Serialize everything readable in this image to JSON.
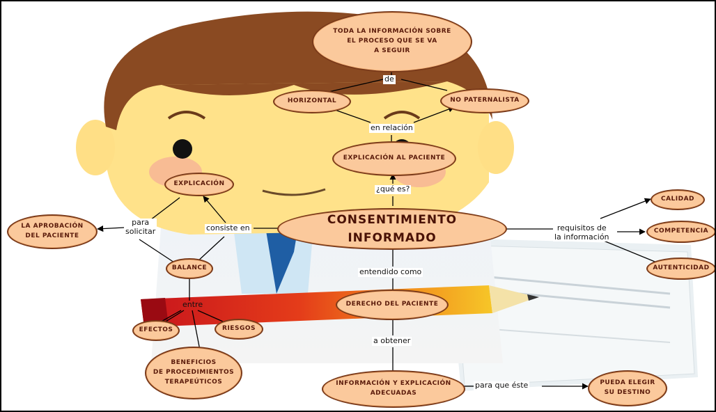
{
  "nodes": {
    "toda_info": "TODA LA INFORMACIÓN SOBRE\nEL PROCESO QUE SE VA\nA SEGUIR",
    "horizontal": "HORIZONTAL",
    "no_paternalista": "NO PATERNALISTA",
    "explicacion_paciente": "EXPLICACIÓN AL PACIENTE",
    "explicacion": "EXPLICACIÓN",
    "aprobacion": "LA APROBACIÓN\nDEL PACIENTE",
    "consentimiento": "CONSENTIMIENTO INFORMADO",
    "calidad": "CALIDAD",
    "competencia": "COMPETENCIA",
    "autenticidad": "AUTENTICIDAD",
    "balance": "BALANCE",
    "derecho": "DERECHO DEL PACIENTE",
    "efectos": "EFECTOS",
    "riesgos": "RIESGOS",
    "beneficios": "BENEFICIOS\nDE PROCEDIMIENTOS\nTERAPEÚTICOS",
    "informacion_explicacion": "INFORMACIÓN Y EXPLICACIÓN\nADECUADAS",
    "pueda_elegir": "PUEDA ELEGIR\nSU DESTINO"
  },
  "links": {
    "de": "de",
    "en_relacion": "en relación",
    "que_es": "¿qué es?",
    "para_solicitar": "para\nsolicitar",
    "consiste_en": "consiste en",
    "requisitos": "requisitos de\nla información",
    "entendido_como": "entendido como",
    "entre": "entre",
    "a_obtener": "a obtener",
    "para_que_este": "para que éste"
  },
  "colors": {
    "node_fill": "#fbc99c",
    "node_border": "#7a3a1a",
    "node_text": "#5a1a0a",
    "line": "#000000"
  }
}
